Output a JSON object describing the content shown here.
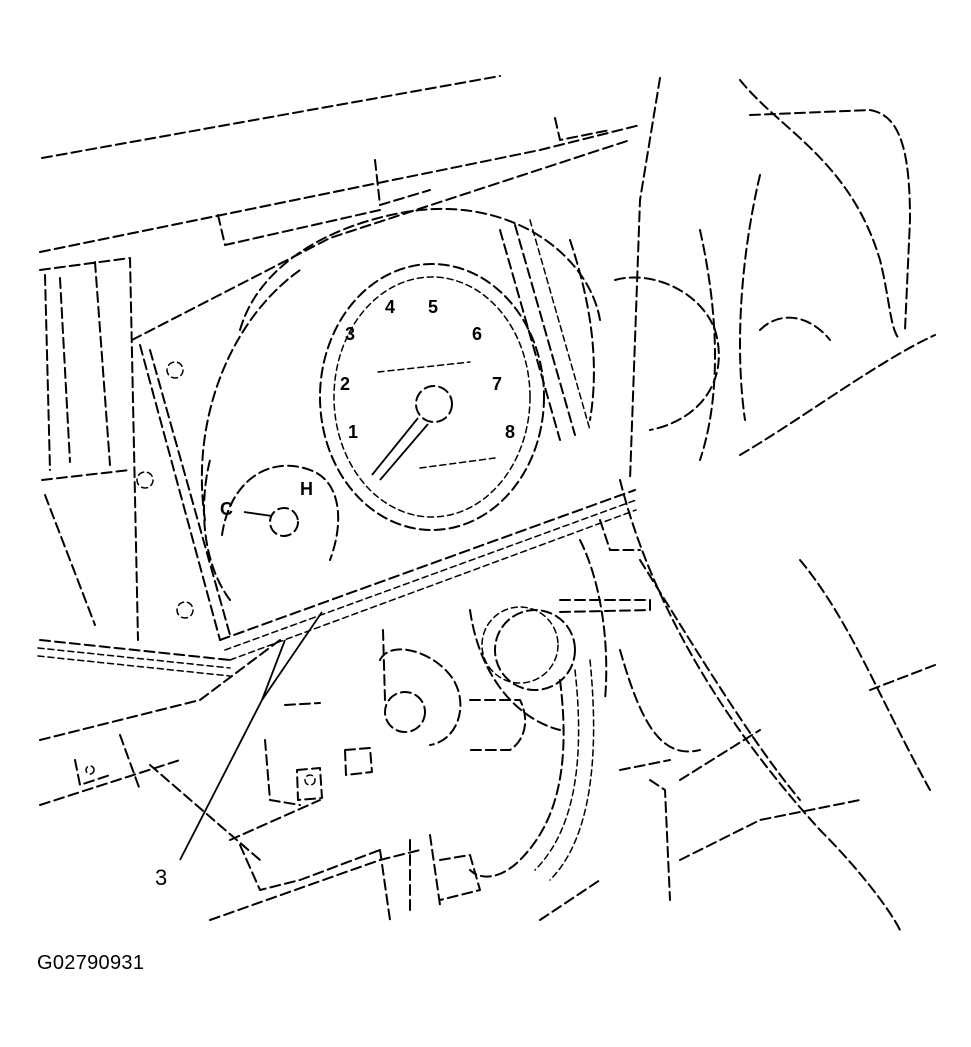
{
  "figure": {
    "code": "G02790931",
    "callout": "3"
  },
  "gauges": {
    "tachometer_numbers": [
      "1",
      "2",
      "3",
      "4",
      "5",
      "6",
      "7",
      "8"
    ],
    "temp_cold": "C",
    "temp_hot": "H"
  }
}
